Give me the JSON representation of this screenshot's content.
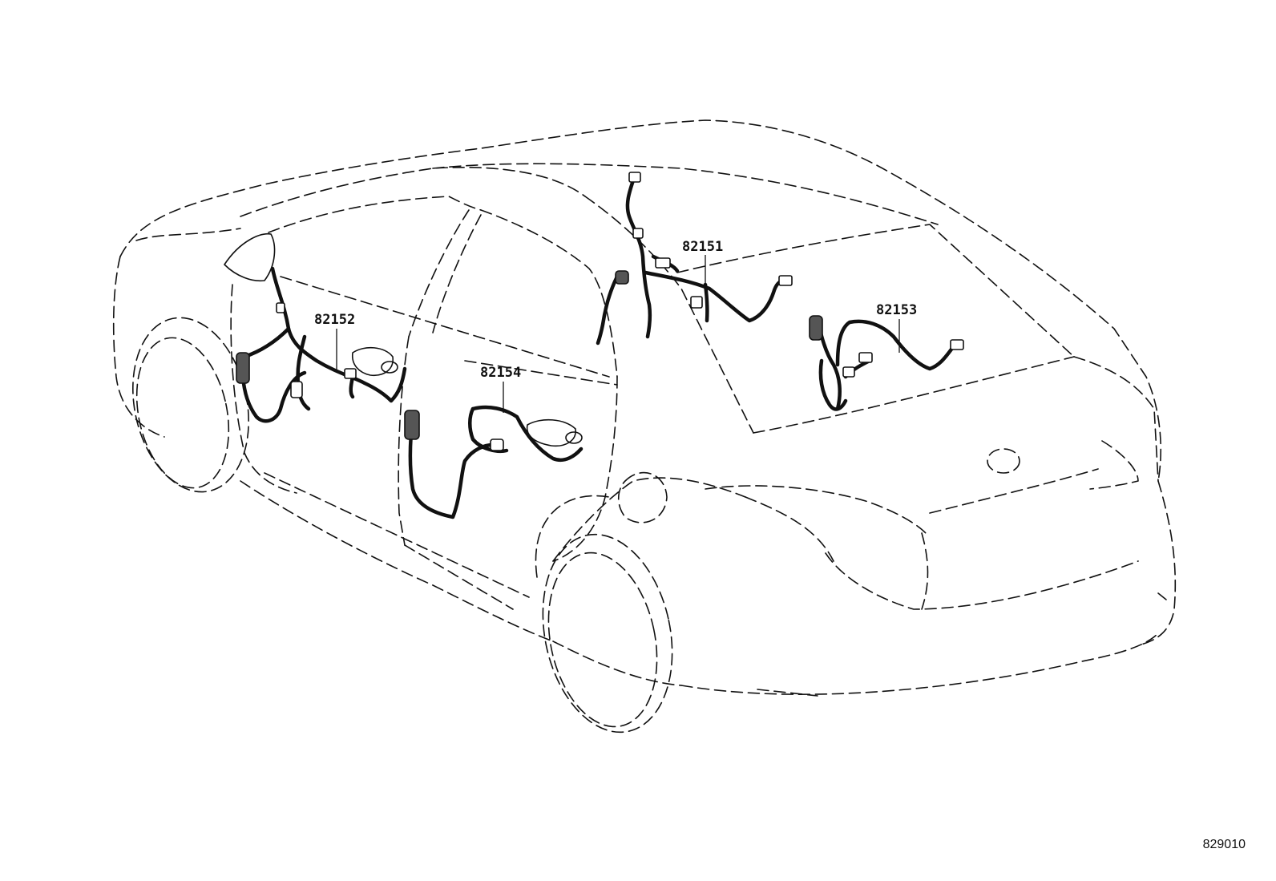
{
  "parts": [
    {
      "id": "82151",
      "label": "82151"
    },
    {
      "id": "82152",
      "label": "82152"
    },
    {
      "id": "82153",
      "label": "82153"
    },
    {
      "id": "82154",
      "label": "82154"
    }
  ],
  "reference_code": "829010"
}
